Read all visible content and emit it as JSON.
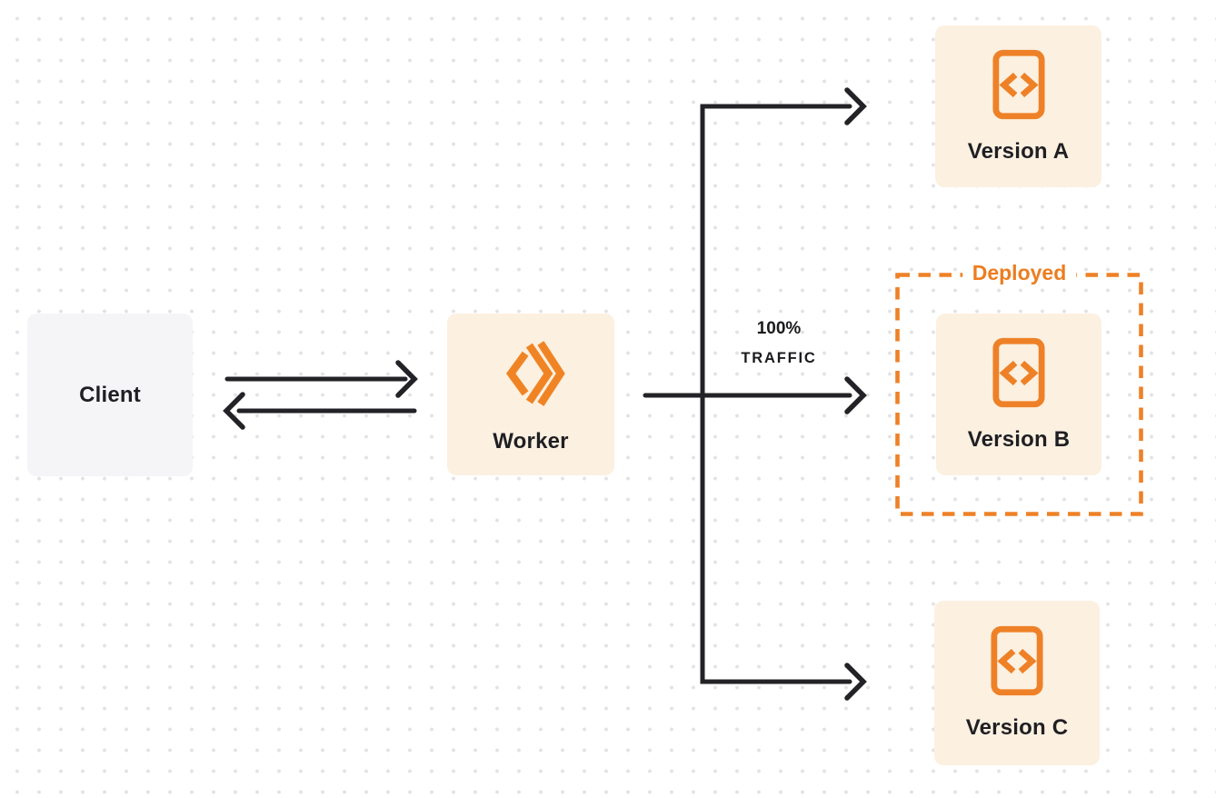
{
  "diagram": {
    "client": {
      "label": "Client"
    },
    "worker": {
      "label": "Worker"
    },
    "traffic": {
      "percent": "100%",
      "word": "TRAFFIC"
    },
    "deployed": {
      "label": "Deployed"
    },
    "versions": [
      {
        "label": "Version A",
        "deployed": false
      },
      {
        "label": "Version B",
        "deployed": true
      },
      {
        "label": "Version C",
        "deployed": false
      }
    ],
    "routing": {
      "from": "Worker",
      "to": "Version B",
      "share": "100% TRAFFIC"
    },
    "colors": {
      "accent_orange": "#ee8127",
      "cream_box": "#fcf0e1",
      "gray_box": "#f5f5f7",
      "ink": "#1f1f23",
      "arrow": "#232327",
      "dot_grid": "#e3e3e6"
    }
  }
}
